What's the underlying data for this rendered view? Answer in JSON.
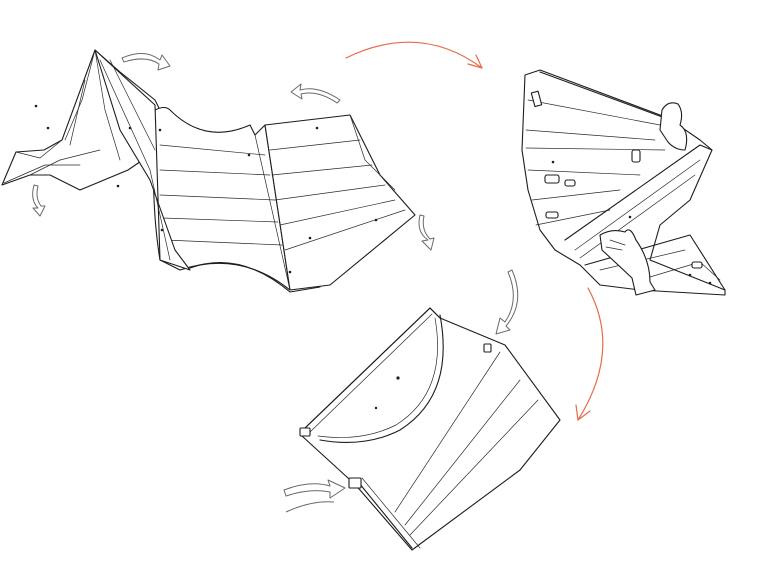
{
  "figure": {
    "description_free": true,
    "colors": {
      "line": "#1d1d1d",
      "accent_arrow": "#e86b4a",
      "gray_arrow": "#6a6a6a",
      "background": "#ffffff"
    },
    "steps": [
      {
        "name": "unfolded-shell",
        "icon": "folding-panel-diagram"
      },
      {
        "name": "folding-in-progress",
        "icon": "hand-folding-diagram"
      },
      {
        "name": "folded-result",
        "icon": "folded-panel-diagram"
      }
    ],
    "transition_arrows": [
      {
        "name": "arrow-step1-to-step2",
        "icon": "curved-arrow"
      },
      {
        "name": "arrow-step2-to-step3",
        "icon": "curved-arrow"
      }
    ]
  }
}
